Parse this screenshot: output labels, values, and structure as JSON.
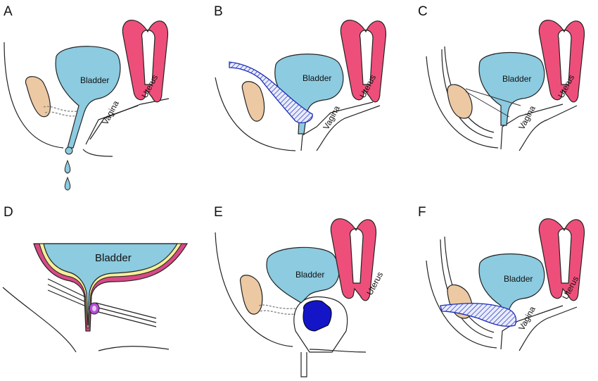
{
  "figure": {
    "panels": [
      {
        "letter": "A",
        "labels": {
          "bladder": "Bladder",
          "vagina": "Vagina",
          "uterus": "Uterus"
        }
      },
      {
        "letter": "B",
        "labels": {
          "bladder": "Bladder",
          "vagina": "Vagina",
          "uterus": "Uterus"
        }
      },
      {
        "letter": "C",
        "labels": {
          "bladder": "Bladder",
          "vagina": "Vagina",
          "uterus": "Uterus"
        }
      },
      {
        "letter": "D",
        "labels": {
          "bladder": "Bladder"
        }
      },
      {
        "letter": "E",
        "labels": {
          "bladder": "Bladder",
          "uterus": "Uterus"
        }
      },
      {
        "letter": "F",
        "labels": {
          "bladder": "Bladder",
          "vagina": "Vagina",
          "uterus": "Uterus"
        }
      }
    ],
    "colors": {
      "bladder": "#8ccbe0",
      "uterus": "#ee4f7a",
      "pubic_bone": "#ecc9a3",
      "mesh": "#1a2bb5",
      "device": "#1515c8",
      "urethra_wall_outer": "#d84a86",
      "urethra_wall_inner": "#f4f09a",
      "bulking_agent": "#b54bd6"
    }
  }
}
